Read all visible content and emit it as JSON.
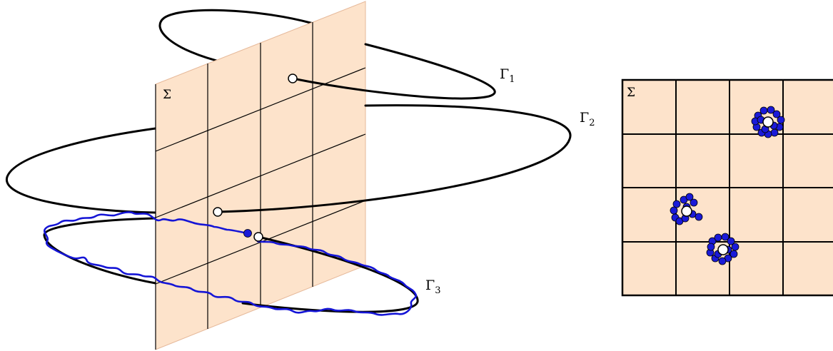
{
  "left_figure": {
    "plane_label": "Σ",
    "orbits": [
      {
        "label": "Γ",
        "subscript": "1"
      },
      {
        "label": "Γ",
        "subscript": "2"
      },
      {
        "label": "Γ",
        "subscript": "3"
      }
    ]
  },
  "right_figure": {
    "plane_label": "Σ"
  },
  "colors": {
    "plane_fill": "#fde3cb",
    "orbit": "#000000",
    "noisy_trajectory": "#1515d6",
    "hit_points": "#1a1ad8"
  }
}
